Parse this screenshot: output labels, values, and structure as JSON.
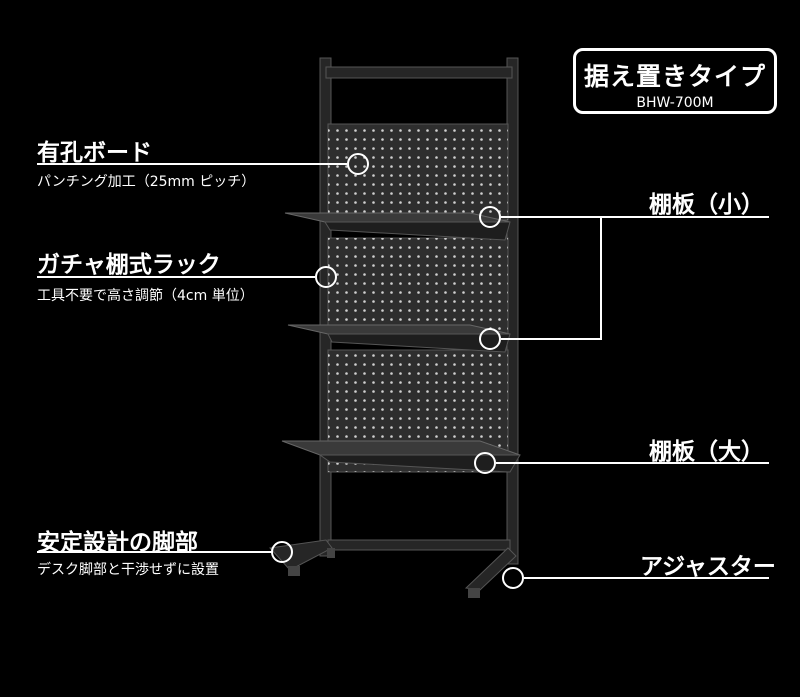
{
  "badge": {
    "title": "据え置きタイプ",
    "model": "BHW-700M"
  },
  "labels": {
    "pegboard": {
      "title": "有孔ボード",
      "sub": "パンチング加工（25mm ピッチ）"
    },
    "rack": {
      "title": "ガチャ棚式ラック",
      "sub": "工具不要で高さ調節（4cm 単位）"
    },
    "legs": {
      "title": "安定設計の脚部",
      "sub": "デスク脚部と干渉せずに設置"
    },
    "shelf_small": {
      "title": "棚板（小）"
    },
    "shelf_large": {
      "title": "棚板（大）"
    },
    "adjuster": {
      "title": "アジャスター"
    }
  },
  "colors": {
    "background": "#000000",
    "text": "#ffffff",
    "frame": "#2a2a2a",
    "board": "#333333"
  }
}
